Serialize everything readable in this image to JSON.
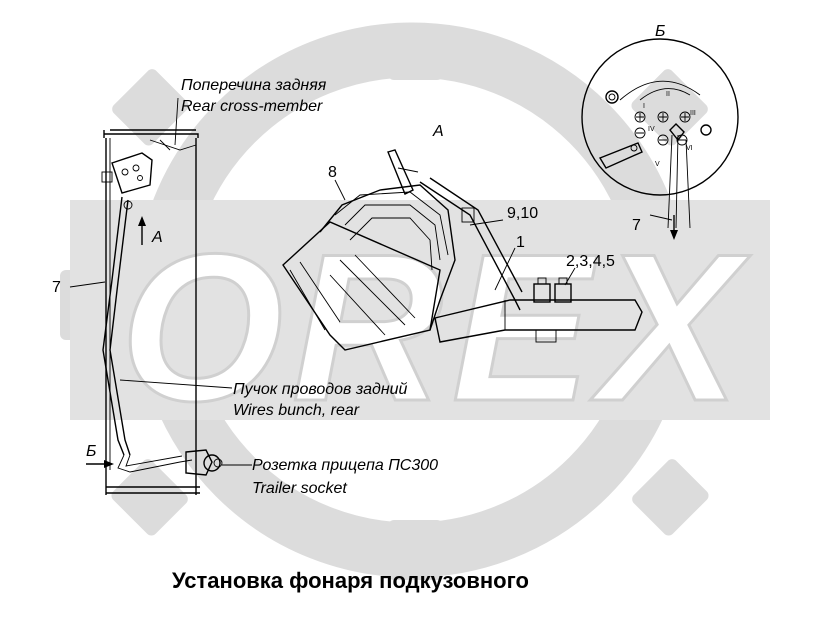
{
  "labels": {
    "crossmember_ru": "Поперечина задняя",
    "crossmember_en": "Rear cross-member",
    "wires_ru": "Пучок проводов задний",
    "wires_en": "Wires bunch, rear",
    "socket_ru": "Розетка прицепа ПС300",
    "socket_en": "Trailer socket",
    "view_a_top": "A",
    "view_a_arrow": "A",
    "view_b_top": "Б",
    "view_b_arrow": "Б",
    "part_7_left": "7",
    "part_7_right": "7",
    "part_8": "8",
    "part_9_10": "9,10",
    "part_1": "1",
    "part_2_5": "2,3,4,5",
    "caption": "Установка фонаря подкузовного"
  },
  "watermark_text": "OREX",
  "colors": {
    "ink": "#000000",
    "watermark": "#dcdcdc",
    "background": "#ffffff"
  }
}
